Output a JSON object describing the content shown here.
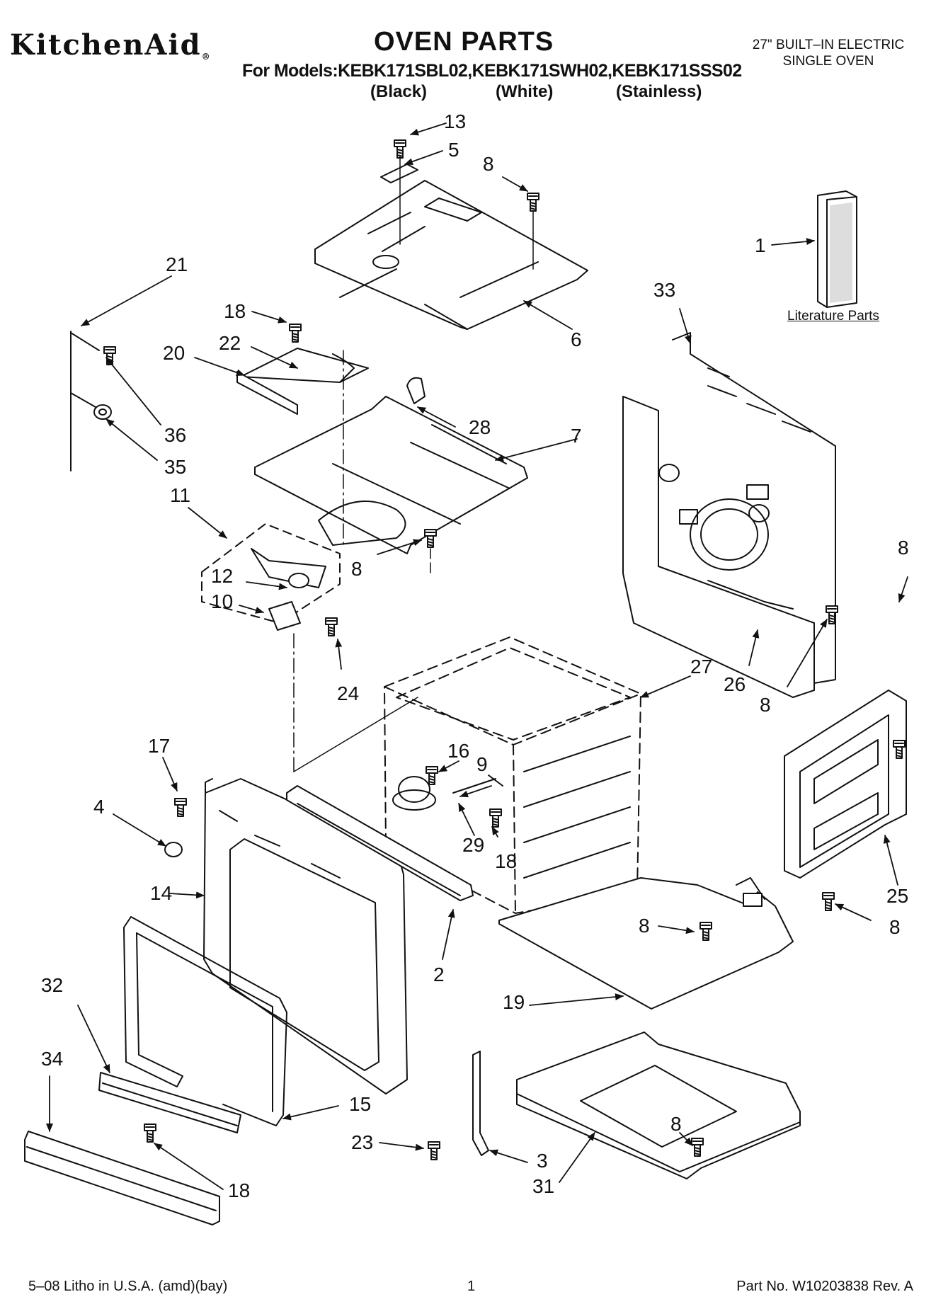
{
  "header": {
    "brand": "KitchenAid",
    "brand_mark": "®",
    "title": "OVEN PARTS",
    "models_line": "For Models:KEBK171SBL02,KEBK171SWH02,KEBK171SSS02",
    "colors": [
      "(Black)",
      "(White)",
      "(Stainless)"
    ],
    "oven_type_line1": "27\" BUILT–IN ELECTRIC",
    "oven_type_line2": "SINGLE OVEN"
  },
  "literature_label": "Literature Parts",
  "callouts": [
    "13",
    "5",
    "8",
    "1",
    "21",
    "33",
    "18",
    "22",
    "6",
    "20",
    "36",
    "28",
    "7",
    "35",
    "11",
    "8",
    "8",
    "12",
    "10",
    "24",
    "27",
    "26",
    "8",
    "17",
    "16",
    "9",
    "4",
    "29",
    "18",
    "14",
    "25",
    "8",
    "8",
    "2",
    "19",
    "32",
    "34",
    "15",
    "8",
    "23",
    "3",
    "31",
    "18"
  ],
  "footer": {
    "left": "5–08 Litho in U.S.A. (amd)(bay)",
    "page": "1",
    "right": "Part No. W10203838 Rev. A"
  }
}
